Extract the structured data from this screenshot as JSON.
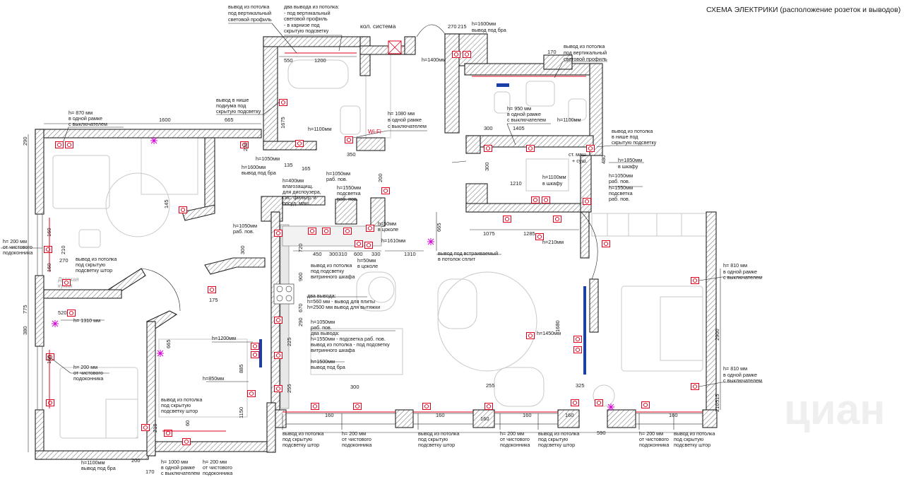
{
  "title": "СХЕМА ЭЛЕКТРИКИ (расположение розеток и выводов)",
  "watermark": "циан",
  "colors": {
    "outlet": "#e0001b",
    "fixture": "#d400d4",
    "tv": "#1a3fa8",
    "wall": "#222222"
  },
  "legend_icons": [
    "socket-icon",
    "ceiling-light-icon",
    "sconce-icon",
    "tv-panel-icon",
    "wifi-icon",
    "boiler-icon"
  ],
  "rooms": {
    "kitchen": "Детская\nкухня"
  },
  "top_notes": {
    "n1": [
      "вывод из потолка",
      "под вертикальный",
      "световой профиль"
    ],
    "n2": [
      "два вывода из потолка:",
      "- под вертикальный",
      "световой профиль",
      "- в карнизе под",
      "скрытую подсветку"
    ],
    "boiler": "кол. система",
    "h1600": [
      "h=1600мм",
      "вывод под бра"
    ],
    "h1400": "h=1400мм",
    "n3": [
      "вывод из потолка",
      "под вертикальный",
      "световой профиль"
    ],
    "niche": [
      "вывод в нише",
      "подиума под",
      "скрытую подсветку"
    ],
    "h1080": [
      "h= 1080 мм",
      "в одной рамке",
      "с выключателем"
    ],
    "h870": [
      "h= 870 мм",
      "в одной рамке",
      "с выключателем"
    ],
    "h1100a": "h=1100мм",
    "h1050a": "h=1050мм",
    "h1600b": [
      "h=1600мм",
      "вывод под бра"
    ],
    "wifi": "Wi-Fi",
    "h950": [
      "h= 950 мм",
      "в одной рамке",
      "с выключателем"
    ],
    "h1100b": "h=1100мм",
    "niche2": [
      "вывод из потолка",
      "в нише под",
      "скрытую подсветку"
    ],
    "wm": [
      "ст. маш.",
      "+ суш."
    ],
    "h1850": [
      "h=1850мм",
      "в шкафу"
    ],
    "h1100c": [
      "h=1100мм",
      "в шкафу"
    ],
    "h1050b": [
      "h=1050мм",
      "раб. пов."
    ],
    "h1550a": [
      "h=1550мм",
      "подсветка",
      "раб. пов."
    ],
    "h210": "h=210мм"
  },
  "kitchen_notes": {
    "h400": [
      "h=400мм",
      "влагозащищ.",
      "для диспоузера,",
      "сис. фильтр. и",
      "посуд. маш."
    ],
    "h1050c": [
      "h=1050мм",
      "раб. пов."
    ],
    "h1550b": [
      "h=1550мм",
      "подсветка",
      "раб. пов."
    ],
    "h50a": [
      "h=50мм",
      "в цоколе"
    ],
    "h1610": "h=1610мм",
    "split": [
      "вывод под встраиваемый",
      "в потолок сплит"
    ],
    "h1050d": [
      "h=1050мм",
      "раб. пов."
    ],
    "vitrine": [
      "вывод из потолка",
      "под подсветку",
      "витринного шкафа"
    ],
    "h50b": [
      "h=50мм",
      "в цоколе"
    ],
    "two": [
      "два вывода:",
      "h=560 мм - вывод для плиты",
      "h=2500 мм вывод для вытяжки"
    ],
    "h1050e": [
      "h=1050мм",
      "раб. пов."
    ],
    "two2": [
      "два вывода:",
      "h=1550мм - подсветка раб. пов.",
      "вывод из потолка - под подсветку",
      "витринного шкафа"
    ],
    "h1500": [
      "h=1500мм",
      "вывод под бра"
    ],
    "h1200": "h=1200мм",
    "h850": "h=850мм",
    "h1450": "h=1450мм"
  },
  "left_notes": {
    "h200a": [
      "h= 200 мм",
      "от чистового",
      "подоконника"
    ],
    "curtain": [
      "вывод из потолка",
      "под скрытую",
      "подсветку штор"
    ],
    "h1310": "h= 1310 мм",
    "h200b": [
      "h= 200 мм",
      "от чистового",
      "подоконника"
    ]
  },
  "right_notes": {
    "h810a": [
      "h= 810 мм",
      "в одной рамке",
      "с выключателем"
    ],
    "h810b": [
      "h= 810 мм",
      "в одной рамке",
      "с выключателем"
    ]
  },
  "bottom_notes": {
    "b1": [
      "вывод из потолка",
      "под скрытую",
      "подсветку штор"
    ],
    "b2": [
      "h= 200 мм",
      "от чистового",
      "подоконника"
    ],
    "b3": [
      "вывод из потолка",
      "под скрытую",
      "подсветку штор"
    ],
    "b4": [
      "h= 200 мм",
      "от чистового",
      "подоконника"
    ],
    "b5": [
      "вывод из потолка",
      "под скрытую",
      "подсветку штор"
    ],
    "b6": [
      "h= 200 мм",
      "от чистового",
      "подоконника"
    ],
    "b7": [
      "вывод из потолка",
      "под скрытую",
      "подсветку штор"
    ],
    "bl1": [
      "вывод из потолка",
      "под скрытую",
      "подсветку штор"
    ],
    "bl2": [
      "h=1100мм",
      "вывод под бра"
    ],
    "bl3": [
      "h= 1000 мм",
      "в одной рамке",
      "с выключателем"
    ],
    "bl4": [
      "h= 200 мм",
      "от чистового",
      "подоконника"
    ]
  },
  "dims": {
    "d270": "270",
    "d215": "215",
    "d550": "550",
    "d1200": "1200",
    "d170a": "170",
    "d1600": "1600",
    "d665a": "665",
    "d290": "290",
    "d1675": "1675",
    "d230": "230",
    "d135": "135",
    "d165": "165",
    "d350": "350",
    "d300a": "300",
    "d1405": "1405",
    "d300b": "300",
    "d480": "480",
    "d1210": "1210",
    "d200a": "200",
    "d1075": "1075",
    "d1285": "1285",
    "d665b": "665",
    "d1310": "1310",
    "d450": "450",
    "d300c": "300",
    "d310": "310",
    "d600": "600",
    "d330": "330",
    "d720": "720",
    "d300d": "300",
    "d900": "900",
    "d670": "670",
    "d290b": "290",
    "d225a": "225",
    "d255a": "255",
    "d160a": "160",
    "d160b": "160",
    "d160c": "160",
    "d210a": "210",
    "d270b": "270",
    "d775": "775",
    "d380": "380",
    "d520": "520",
    "d145": "145",
    "d175": "175",
    "d665c": "665",
    "d885": "885",
    "d1150": "1150",
    "d210b": "210",
    "d60": "60",
    "d200b": "200",
    "d170b": "170",
    "d300e": "300",
    "d255b": "255",
    "d325": "325",
    "d1680": "1680",
    "d2900": "2900",
    "d515": "515",
    "d210c": "210",
    "d590": "590",
    "d160d": "160",
    "d160e": "160",
    "d160f": "160",
    "d160g": "160",
    "d160h": "160",
    "d160i": "160"
  }
}
